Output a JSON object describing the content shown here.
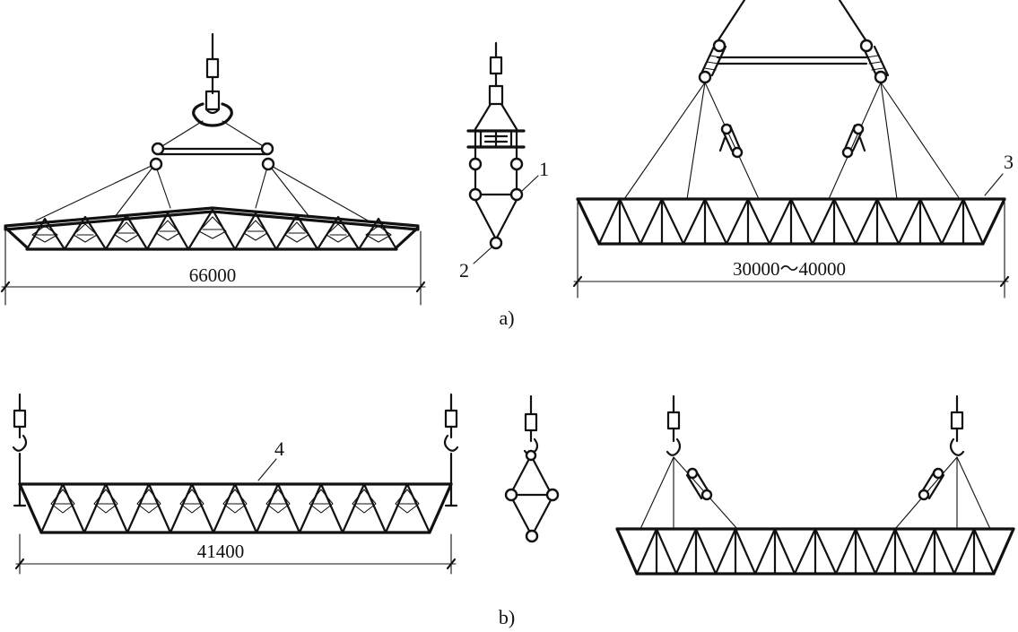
{
  "figure": {
    "row_a": {
      "caption": "a)",
      "left_span": "66000",
      "right_span": "30000～40000",
      "callouts": [
        "1",
        "2",
        "3"
      ]
    },
    "row_b": {
      "caption": "b)",
      "left_span": "41400",
      "callouts": [
        "4"
      ]
    }
  }
}
